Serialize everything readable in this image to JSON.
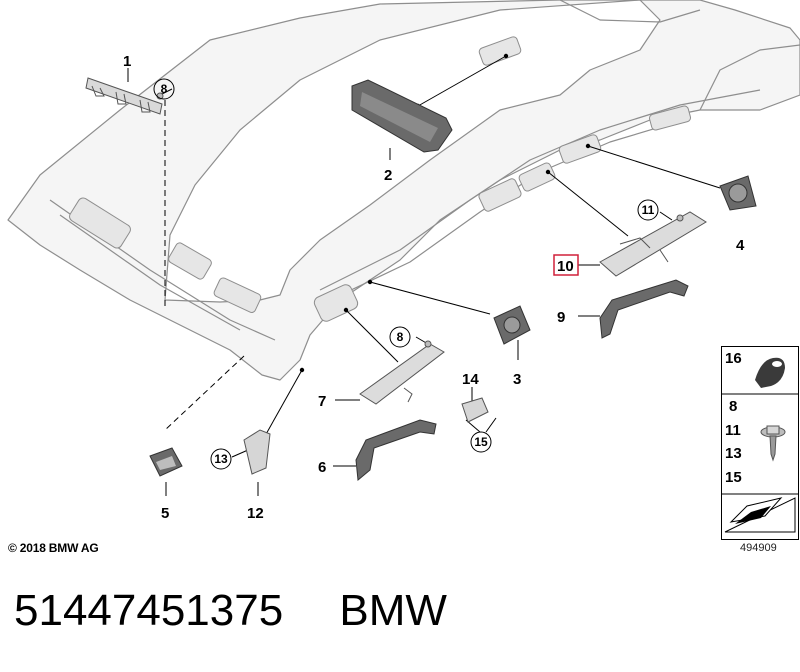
{
  "callouts": {
    "c1": "1",
    "c2": "2",
    "c3": "3",
    "c4": "4",
    "c5": "5",
    "c6": "6",
    "c7": "7",
    "c8a": "8",
    "c8b": "8",
    "c9": "9",
    "c10": "10",
    "c11": "11",
    "c12": "12",
    "c13": "13",
    "c14": "14",
    "c15": "15"
  },
  "legend": {
    "box1": {
      "num": "16"
    },
    "box2": {
      "nums": [
        "8",
        "11",
        "13",
        "15"
      ]
    }
  },
  "copyright": "© 2018 BMW AG",
  "diagram_id": "494909",
  "part_number": "51447451375",
  "brand": "BMW",
  "colors": {
    "outline": "#8e8e8e",
    "headliner_fill": "#f4f4f4",
    "part_fill": "#d9d9d9",
    "dark_part": "#6a6a6a",
    "highlight_box": "#d0203a"
  }
}
